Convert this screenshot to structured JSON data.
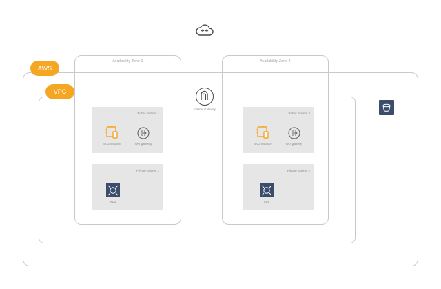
{
  "labels": {
    "aws": "AWS",
    "vpc": "VPC",
    "az1": "Availability Zone 1",
    "az2": "Availability Zone 2",
    "public_subnet_1": "Public Subnet 1",
    "public_subnet_2": "Public Subnet 2",
    "private_subnet_1": "Private Subnet 1",
    "private_subnet_2": "Private Subnet 2",
    "ec2_instance": "EC2 Instance",
    "nat_gateway": "NAT gateway",
    "igw": "Internet Gateway",
    "rds": "RDS"
  },
  "colors": {
    "accent": "#f5a623",
    "icon_dark": "#3b4d6b",
    "border": "#c9c9c9",
    "subnet_fill": "#e6e6e6"
  },
  "icons": {
    "internet": "cloud-upload-icon",
    "gateway": "internet-gateway-icon",
    "ec2": "ec2-instance-icon",
    "nat": "nat-gateway-icon",
    "rds": "rds-icon",
    "s3": "s3-bucket-icon"
  }
}
